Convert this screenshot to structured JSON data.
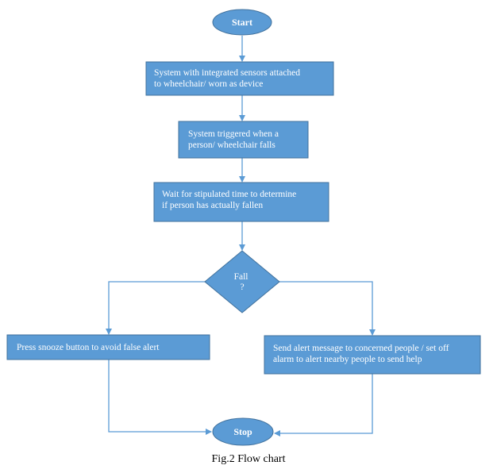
{
  "colors": {
    "node_fill": "#5b9bd5",
    "node_stroke": "#41719c",
    "arrow": "#5b9bd5",
    "text": "#ffffff"
  },
  "nodes": {
    "start": {
      "label": "Start"
    },
    "sensors": {
      "lines": [
        "System with integrated sensors attached",
        "to wheelchair/ worn as device"
      ]
    },
    "trigger": {
      "lines": [
        "System triggered when a",
        "person/ wheelchair falls"
      ]
    },
    "wait": {
      "lines": [
        "Wait for stipulated time to determine",
        "if person has actually fallen"
      ]
    },
    "decision": {
      "lines": [
        "Fall",
        "?"
      ]
    },
    "snooze": {
      "label": "Press snooze button to avoid false alert"
    },
    "alert": {
      "lines": [
        "Send alert message to concerned people / set off",
        "alarm to alert nearby people to send help"
      ]
    },
    "stop": {
      "label": "Stop"
    }
  },
  "caption": "Fig.2 Flow chart"
}
